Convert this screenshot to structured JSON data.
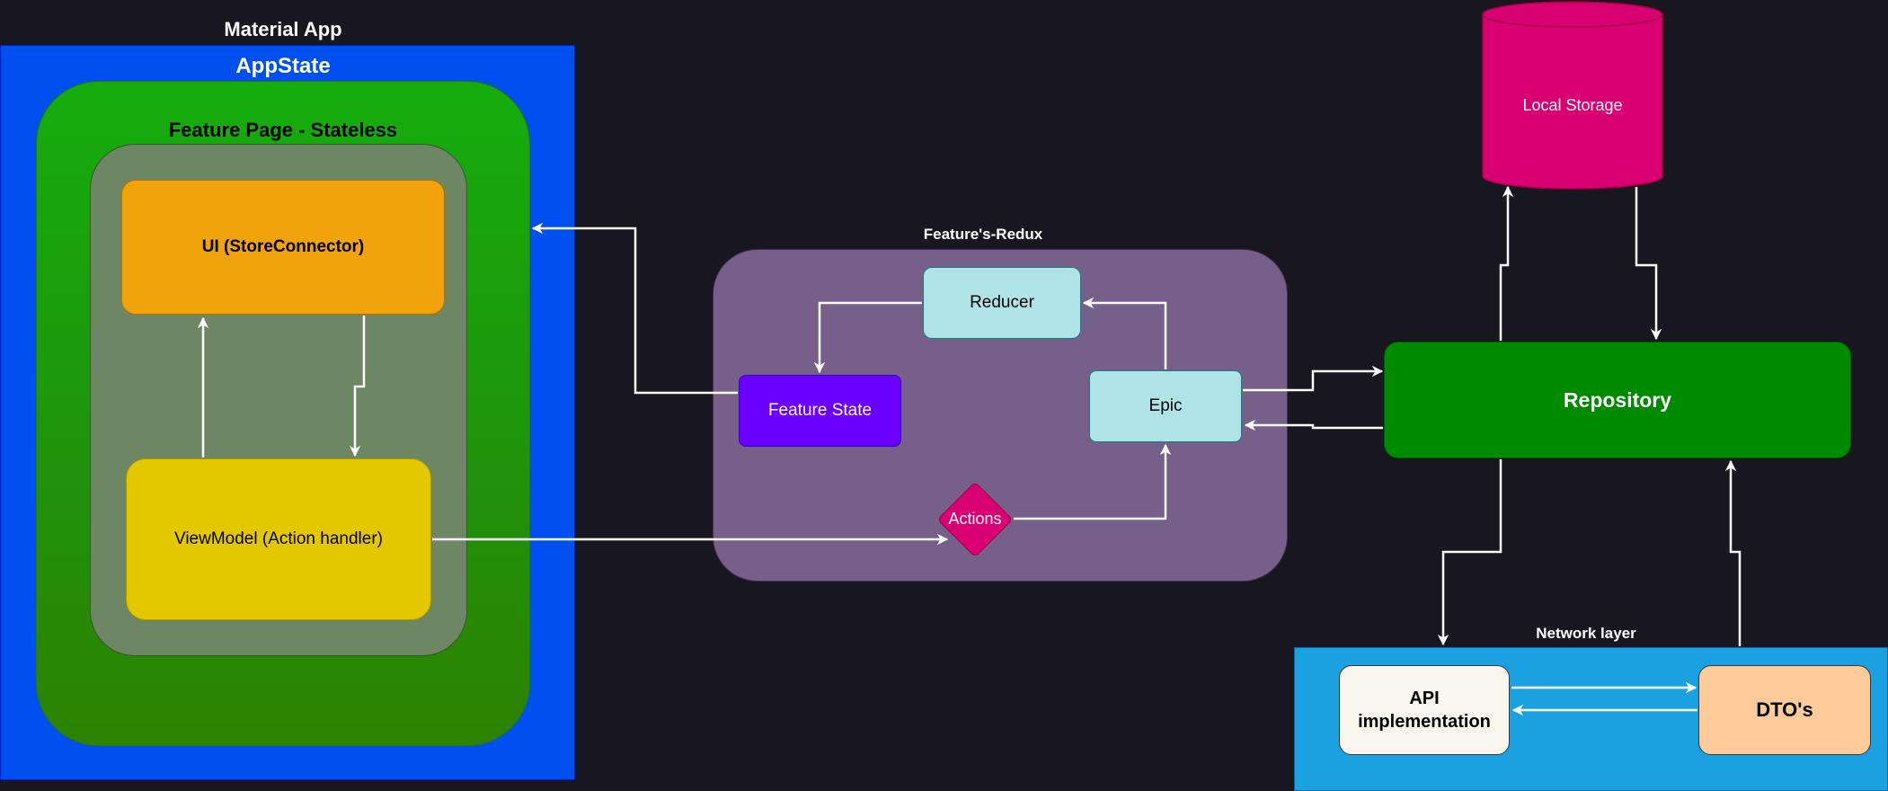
{
  "colors": {
    "background": "#18161e",
    "material_app": "#0050ef",
    "app_state": "#16a40e",
    "feature_page": "#6d8764",
    "ui_store_connector": "#f0a30a",
    "view_model": "#e3c800",
    "redux_group": "#76608a",
    "reducer": "#b0e3e6",
    "epic": "#b0e3e6",
    "feature_state": "#6a00ff",
    "actions": "#d80073",
    "local_storage": "#d80073",
    "repository": "#008a00",
    "network_layer": "#1ba1e2",
    "api_implementation": "#f9f7ed",
    "dtos": "#ffcc99",
    "connector": "#ffffff"
  },
  "material_app": {
    "label": "Material App"
  },
  "app_state": {
    "label": "AppState"
  },
  "feature_page": {
    "label": "Feature Page - Stateless"
  },
  "ui_store_connector": {
    "label": "UI (StoreConnector)"
  },
  "view_model": {
    "label": "ViewModel (Action handler)"
  },
  "redux": {
    "label": "Feature's-Redux",
    "reducer": "Reducer",
    "feature_state": "Feature State",
    "epic": "Epic",
    "actions": "Actions"
  },
  "local_storage": {
    "label": "Local Storage"
  },
  "repository": {
    "label": "Repository"
  },
  "network_layer": {
    "label": "Network layer",
    "api_line1": "API",
    "api_line2": "implementation",
    "dtos": "DTO's"
  }
}
